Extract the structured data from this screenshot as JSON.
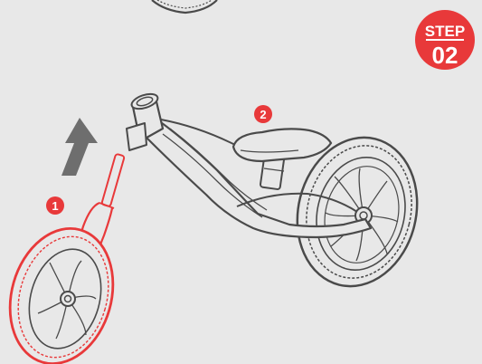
{
  "step_badge": {
    "label": "STEP",
    "number": "02",
    "color": "#e8393a"
  },
  "markers": [
    {
      "label": "1",
      "color": "#e8393a"
    },
    {
      "label": "2",
      "color": "#e8393a"
    }
  ],
  "colors": {
    "background": "#e8e8e8",
    "line": "#4a4a4a",
    "highlight": "#e8393a",
    "arrow": "#6e6e6e"
  }
}
